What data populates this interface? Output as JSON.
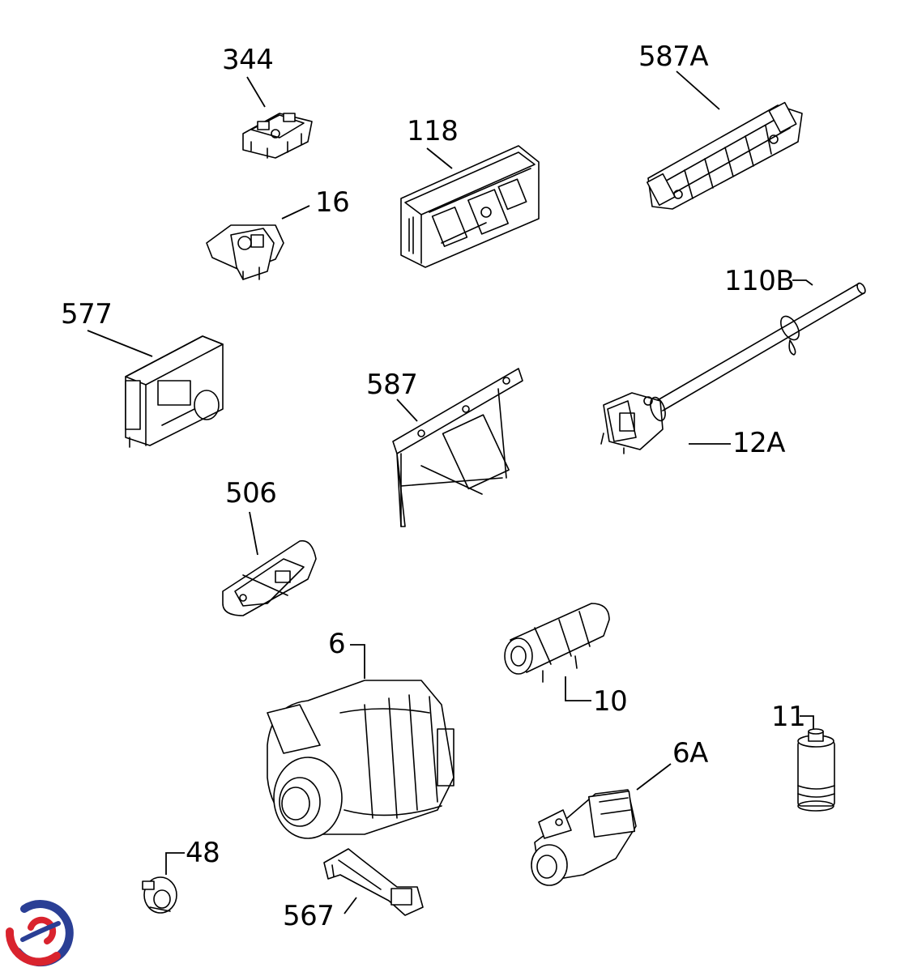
{
  "parts": [
    {
      "id": "344",
      "label": "344"
    },
    {
      "id": "118",
      "label": "118"
    },
    {
      "id": "587A",
      "label": "587A"
    },
    {
      "id": "16",
      "label": "16"
    },
    {
      "id": "110B",
      "label": "110B"
    },
    {
      "id": "577",
      "label": "577"
    },
    {
      "id": "587",
      "label": "587"
    },
    {
      "id": "12A",
      "label": "12A"
    },
    {
      "id": "506",
      "label": "506"
    },
    {
      "id": "6",
      "label": "6"
    },
    {
      "id": "10",
      "label": "10"
    },
    {
      "id": "11",
      "label": "11"
    },
    {
      "id": "6A",
      "label": "6A"
    },
    {
      "id": "48",
      "label": "48"
    },
    {
      "id": "567",
      "label": "567"
    }
  ],
  "colors": {
    "line": "#000000",
    "background": "#ffffff",
    "logo_red": "#d9232e",
    "logo_blue": "#2a3f95"
  },
  "logo": {
    "icon": "brand-swirl-icon"
  }
}
